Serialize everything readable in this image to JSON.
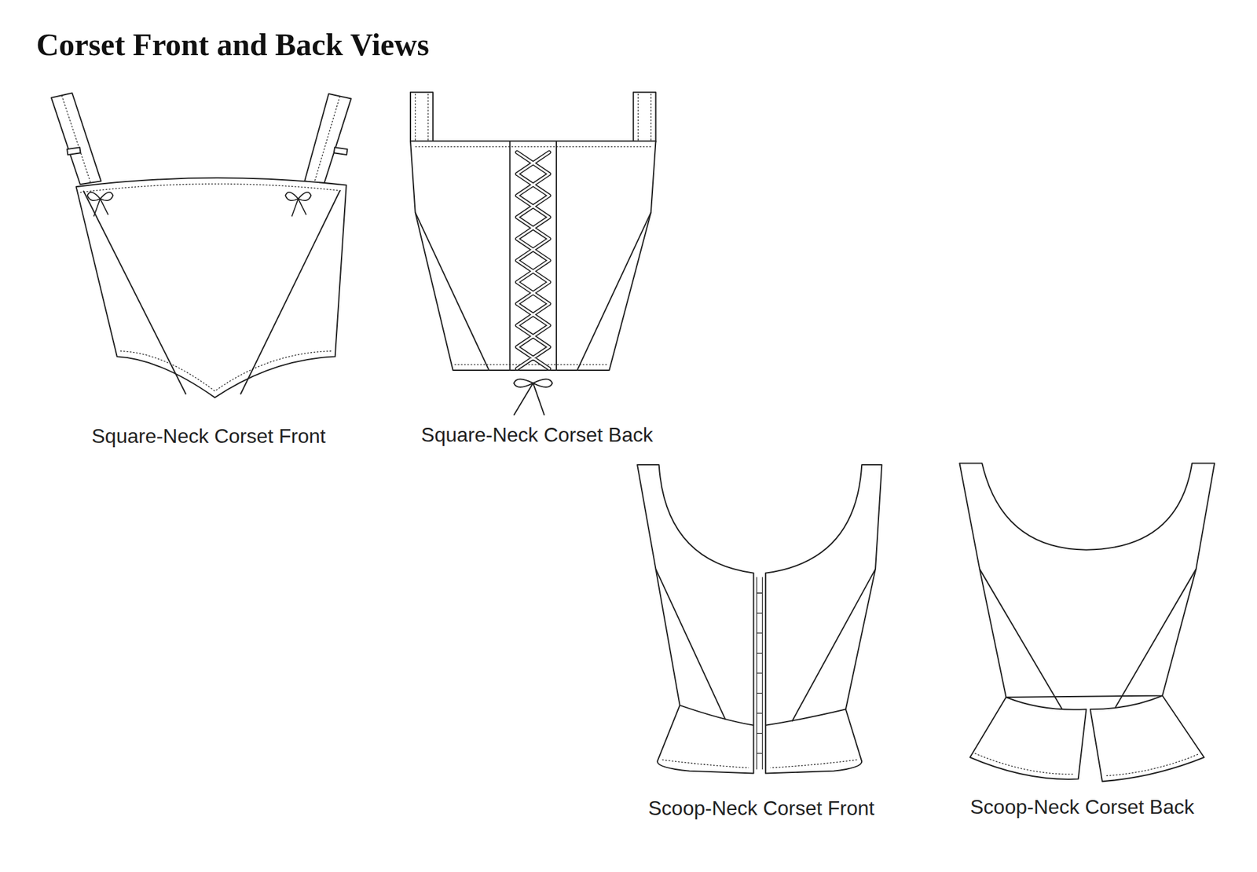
{
  "diagram": {
    "title": "Corset Front and Back Views",
    "labels": [
      "Square-Neck Corset Front",
      "Square-Neck Corset Back",
      "Scoop-Neck Corset Front",
      "Scoop-Neck Corset Back"
    ]
  }
}
